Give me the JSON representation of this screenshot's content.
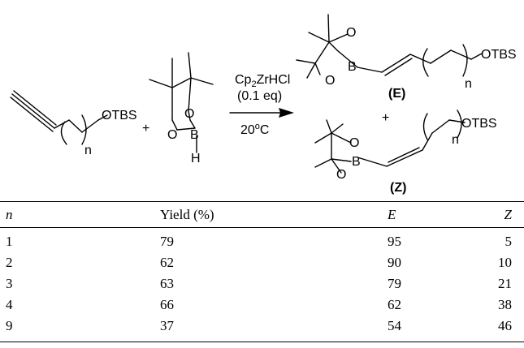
{
  "scheme": {
    "reactant1_group": "OTBS",
    "reactant1_index": "n",
    "plus_sign": "+",
    "reagent_ring_O_top": "O",
    "reagent_ring_O_left": "O",
    "reagent_B": "B",
    "reagent_H": "H",
    "catalyst_main": "Cp",
    "catalyst_sub": "2",
    "catalyst_rest": "ZrHCl",
    "catalyst_amount": "(0.1 eq)",
    "temperature_prefix": "20",
    "temperature_sup": "o",
    "temperature_unit": "C",
    "product_E_O_top": "O",
    "product_E_O_bottom": "O",
    "product_E_B": "B",
    "product_E_group": "OTBS",
    "product_E_index": "n",
    "product_E_label": "(E)",
    "product_plus": "+",
    "product_Z_group": "OTBS",
    "product_Z_index": "n",
    "product_Z_O_top": "O",
    "product_Z_O_bottom": "O",
    "product_Z_B": "B",
    "product_Z_label": "(Z)"
  },
  "table": {
    "headers": [
      "n",
      "Yield (%)",
      "E",
      "Z"
    ],
    "rows": [
      [
        "1",
        "79",
        "95",
        "5"
      ],
      [
        "2",
        "62",
        "90",
        "10"
      ],
      [
        "3",
        "63",
        "79",
        "21"
      ],
      [
        "4",
        "66",
        "62",
        "38"
      ],
      [
        "9",
        "37",
        "54",
        "46"
      ]
    ]
  }
}
